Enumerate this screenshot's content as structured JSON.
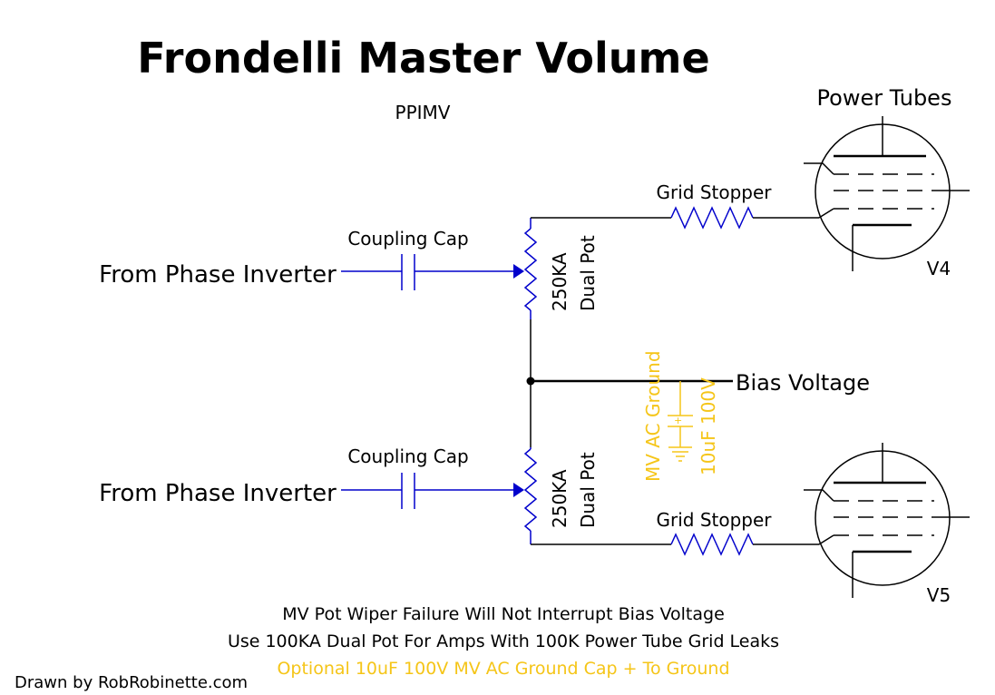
{
  "title": "Frondelli Master Volume",
  "subtitle": "PPIMV",
  "labels": {
    "power_tubes": "Power Tubes",
    "from_phase_inverter_top": "From Phase Inverter",
    "from_phase_inverter_bottom": "From Phase Inverter",
    "coupling_cap_top": "Coupling Cap",
    "coupling_cap_bottom": "Coupling Cap",
    "pot_value_top": "250KA",
    "pot_type_top": "Dual Pot",
    "pot_value_bottom": "250KA",
    "pot_type_bottom": "Dual Pot",
    "grid_stopper_top": "Grid Stopper",
    "grid_stopper_bottom": "Grid Stopper",
    "bias_voltage": "Bias Voltage",
    "mv_ac_ground": "MV AC Ground",
    "cap_value": "10uF 100V",
    "cap_plus": "+",
    "tube_top": "V4",
    "tube_bottom": "V5"
  },
  "notes": {
    "line1": "MV Pot Wiper Failure Will Not Interrupt Bias Voltage",
    "line2": "Use 100KA Dual Pot For Amps With 100K Power Tube Grid Leaks",
    "line3": "Optional 10uF 100V MV AC Ground Cap + To Ground"
  },
  "credit": "Drawn by RobRobinette.com",
  "colors": {
    "wire": "#000000",
    "component": "#0000cc",
    "optional": "#f5c518"
  }
}
